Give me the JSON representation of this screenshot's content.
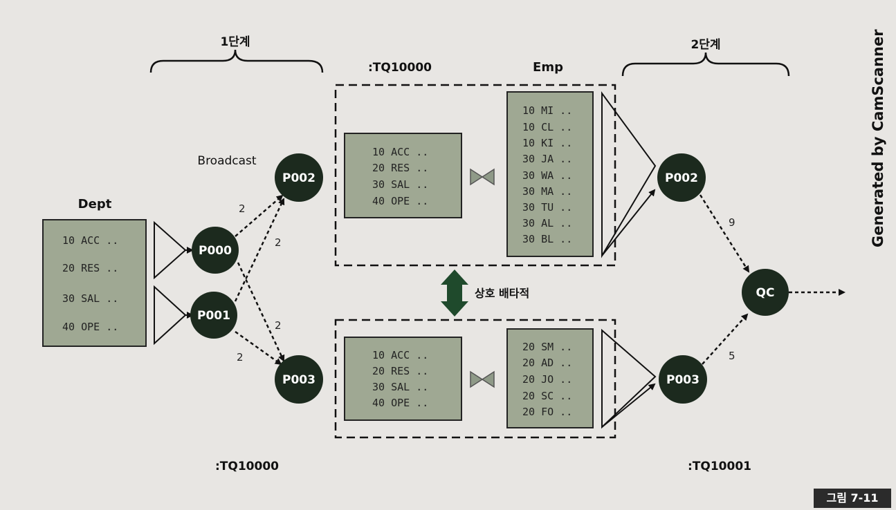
{
  "labels": {
    "stage1": "1단계",
    "stage2": "2단계",
    "tq_top": ":TQ10000",
    "tq_bottom_left": ":TQ10000",
    "tq_bottom_right": ":TQ10001",
    "emp": "Emp",
    "dept": "Dept",
    "broadcast": "Broadcast",
    "mutual_exclusive": "상호 배타적"
  },
  "dept_rows": [
    "10 ACC ..",
    "20 RES ..",
    "30 SAL ..",
    "40 OPE .."
  ],
  "dept_copy_top": [
    "10 ACC ..",
    "20 RES ..",
    "30 SAL ..",
    "40 OPE .."
  ],
  "dept_copy_bottom": [
    "10 ACC ..",
    "20 RES ..",
    "30 SAL ..",
    "40 OPE .."
  ],
  "emp_top": [
    "10 MI ..",
    "10 CL ..",
    "10 KI ..",
    "30 JA ..",
    "30 WA ..",
    "30 MA ..",
    "30 TU ..",
    "30 AL ..",
    "30 BL .."
  ],
  "emp_bottom": [
    "20 SM ..",
    "20 AD ..",
    "20 JO ..",
    "20 SC ..",
    "20 FO .."
  ],
  "nodes": {
    "p000": "P000",
    "p001": "P001",
    "p002_left": "P002",
    "p003_left": "P003",
    "p002_right": "P002",
    "p003_right": "P003",
    "qc": "QC"
  },
  "edge_counts": {
    "p000_p002": "2",
    "p000_p003": "2",
    "p001_p002": "2",
    "p001_p003": "2",
    "p002_qc": "9",
    "p003_qc": "5"
  },
  "watermark": "Generated by CamScanner",
  "figure_label": "그림 7-11",
  "colors": {
    "table_fill": "#9fa893",
    "node_fill": "#1c2a1e",
    "arrow_fill": "#1f4a2c"
  }
}
